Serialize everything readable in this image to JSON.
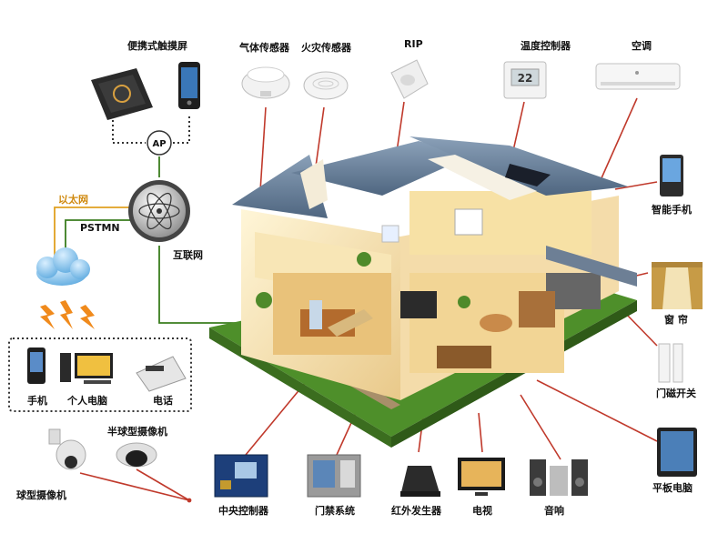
{
  "labels": {
    "touchscreen": "便携式触摸屏",
    "gas_sensor": "气体传感器",
    "fire_sensor": "火灾传感器",
    "rip": "RIP",
    "thermostat": "温度控制器",
    "aircon": "空调",
    "smartphone": "智能手机",
    "curtain": "窗 帘",
    "door_sensor": "门磁开关",
    "tablet": "平板电脑",
    "speaker": "音响",
    "tv": "电视",
    "ir_emitter": "红外发生器",
    "access": "门禁系统",
    "controller": "中央控制器",
    "dome_camera": "球型摄像机",
    "half_dome_camera": "半球型摄像机",
    "phone": "电话",
    "pc": "个人电脑",
    "mobile": "手机",
    "internet": "互联网",
    "pstmn": "PSTMN",
    "ethernet": "以太网",
    "ap": "AP"
  },
  "thermostat_reading": "22",
  "colors": {
    "line_red": "#c0392b",
    "line_green": "#3a7d1e",
    "line_yellow": "#e0a020",
    "dotted": "#333333",
    "bolt": "#f08a1c"
  }
}
